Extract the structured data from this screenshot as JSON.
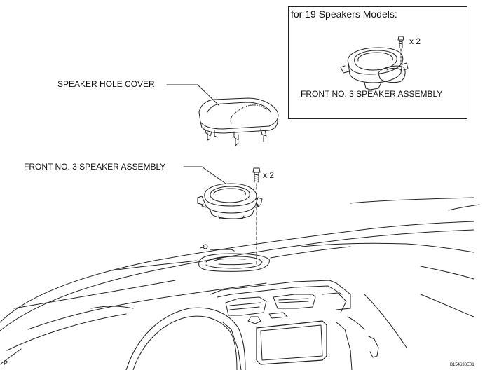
{
  "inset": {
    "title": "for 19 Speakers Models:",
    "quantity": "x 2",
    "part_label": "FRONT NO. 3 SPEAKER ASSEMBLY"
  },
  "main": {
    "cover_label": "SPEAKER HOLE COVER",
    "speaker_label": "FRONT NO. 3 SPEAKER ASSEMBLY",
    "quantity": "x 2"
  },
  "footer": {
    "corner_mark": "P",
    "figure_ref": "B154638E01"
  }
}
